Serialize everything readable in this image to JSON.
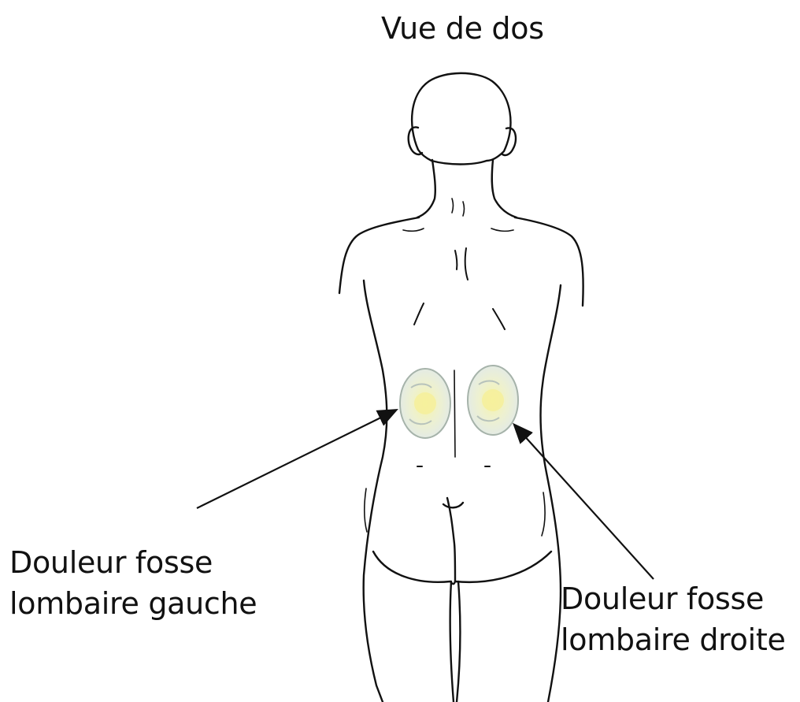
{
  "title": "Vue de dos",
  "labels": {
    "left": {
      "line1": "Douleur fosse",
      "line2": "lombaire gauche"
    },
    "right": {
      "line1": "Douleur fosse",
      "line2": "lombaire droite"
    }
  },
  "colors": {
    "line": "#111111",
    "kidney_outline": "#9aa8a0",
    "kidney_fill": "#e9efe6",
    "kidney_highlight": "#f3f0a0"
  },
  "icons": [
    "human-back-figure",
    "left-kidney-icon",
    "right-kidney-icon"
  ]
}
